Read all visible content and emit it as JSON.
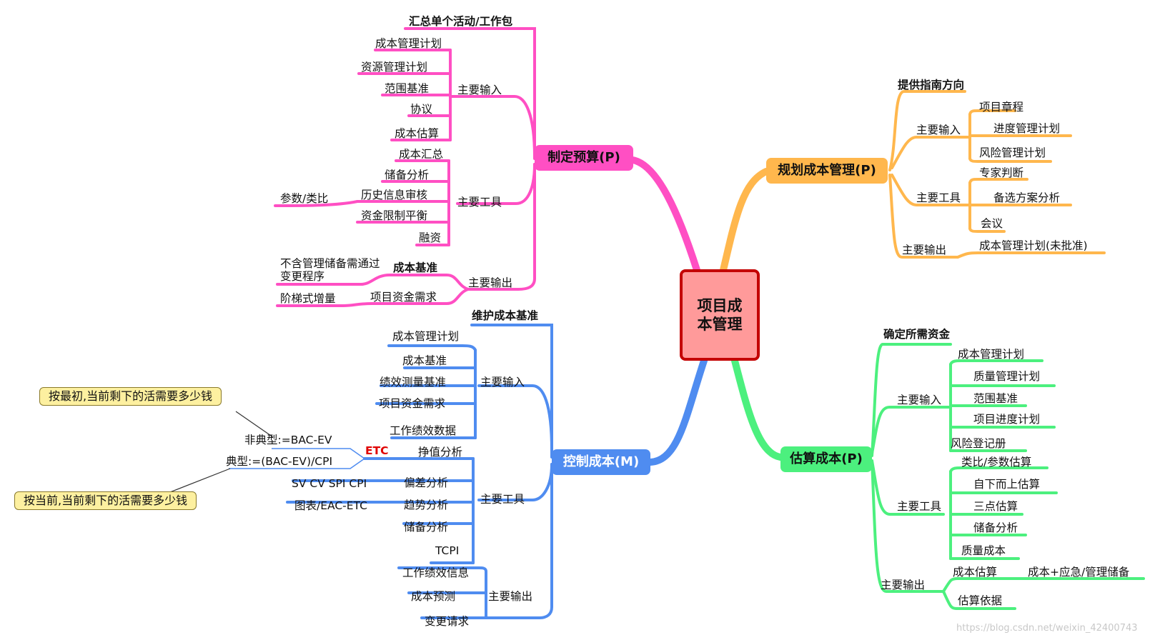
{
  "center": {
    "label": "项目成本管理"
  },
  "branches": {
    "budget": {
      "label": "制定预算(P)",
      "color": "#ff4fc3"
    },
    "plan": {
      "label": "规划成本管理(P)",
      "color": "#ffb74d"
    },
    "control": {
      "label": "控制成本(M)",
      "color": "#4f8cf0"
    },
    "estimate": {
      "label": "估算成本(P)",
      "color": "#4cf07e"
    }
  },
  "budget": {
    "aggregate": "汇总单个活动/工作包",
    "inputs": {
      "label": "主要输入",
      "items": [
        "成本管理计划",
        "资源管理计划",
        "范围基准",
        "协议",
        "成本估算"
      ]
    },
    "tools": {
      "label": "主要工具",
      "items": [
        "成本汇总",
        "储备分析",
        "历史信息审核",
        "资金限制平衡",
        "融资"
      ],
      "history_note": "参数/类比"
    },
    "outputs": {
      "label": "主要输出",
      "baseline": "成本基准",
      "baseline_note": "不含管理储备需通过变更程序",
      "funding": "项目资金需求",
      "funding_note": "阶梯式增量"
    }
  },
  "plan": {
    "guide": "提供指南方向",
    "inputs": {
      "label": "主要输入",
      "items": [
        "项目章程",
        "进度管理计划",
        "风险管理计划"
      ]
    },
    "tools": {
      "label": "主要工具",
      "items": [
        "专家判断",
        "备选方案分析",
        "会议"
      ]
    },
    "outputs": {
      "label": "主要输出",
      "items": [
        "成本管理计划(未批准)"
      ]
    }
  },
  "control": {
    "maintain": "维护成本基准",
    "inputs": {
      "label": "主要输入",
      "items": [
        "成本管理计划",
        "成本基准",
        "绩效测量基准",
        "项目资金需求",
        "工作绩效数据"
      ]
    },
    "tools": {
      "label": "主要工具",
      "items": [
        "挣值分析",
        "偏差分析",
        "趋势分析",
        "储备分析",
        "TCPI"
      ],
      "variance_note": "SV CV SPI CPI",
      "trend_note": "图表/EAC-ETC"
    },
    "etc": {
      "label": "ETC",
      "atypical": "非典型:=BAC-EV",
      "typical": "典型:=(BAC-EV)/CPI",
      "note_atypical": "按最初,当前剩下的活需要多少钱",
      "note_typical": "按当前,当前剩下的活需要多少钱"
    },
    "outputs": {
      "label": "主要输出",
      "items": [
        "工作绩效信息",
        "成本预测",
        "变更请求"
      ]
    }
  },
  "estimate": {
    "funds": "确定所需资金",
    "inputs": {
      "label": "主要输入",
      "items": [
        "成本管理计划",
        "质量管理计划",
        "范围基准",
        "项目进度计划",
        "风险登记册"
      ]
    },
    "tools": {
      "label": "主要工具",
      "items": [
        "类比/参数估算",
        "自下而上估算",
        "三点估算",
        "储备分析",
        "质量成本"
      ]
    },
    "outputs": {
      "label": "主要输出",
      "items": [
        "成本估算",
        "估算依据"
      ],
      "estimate_note": "成本+应急/管理储备"
    }
  },
  "watermark": "https://blog.csdn.net/weixin_42400743"
}
